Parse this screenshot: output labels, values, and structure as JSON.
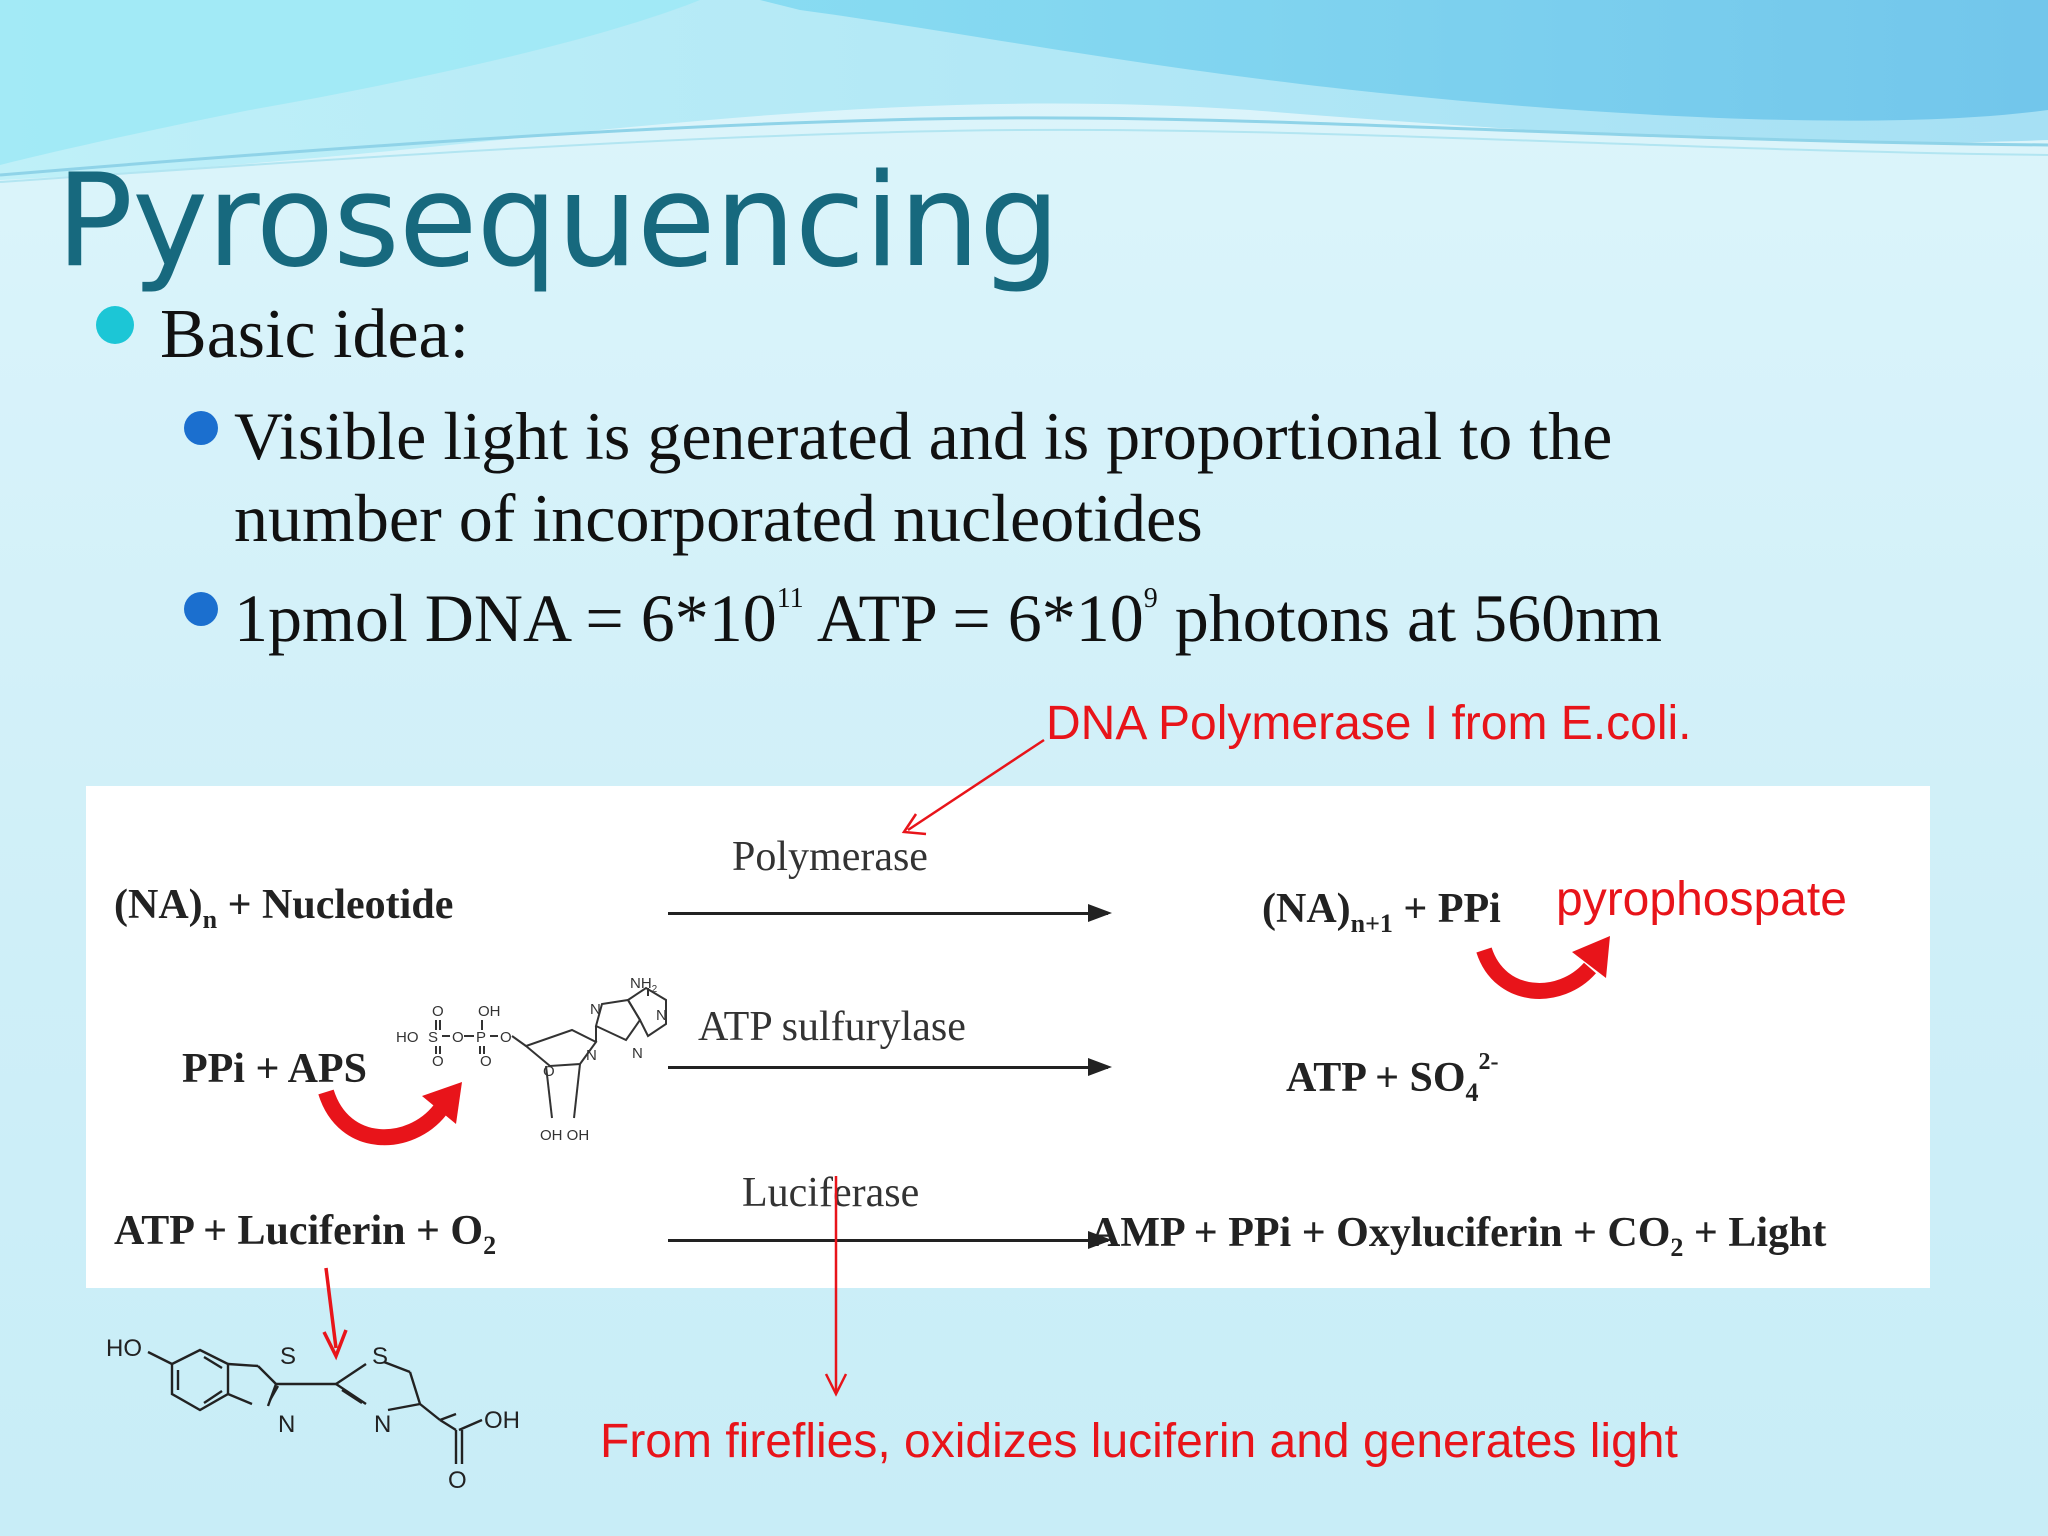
{
  "title": "Pyrosequencing",
  "bullets": {
    "b1": "Basic idea:",
    "b2_line1": "Visible light is generated and is proportional to the",
    "b2_line2": "number of incorporated nucleotides",
    "b3_pre": "1pmol DNA = 6*10",
    "b3_exp1": "11",
    "b3_mid": " ATP = 6*10",
    "b3_exp2": "9",
    "b3_post": " photons at 560nm"
  },
  "annotations": {
    "polymerase_note": "DNA Polymerase I from E.coli.",
    "pyrophosphate_note": "pyrophospate",
    "luciferase_note": "From fireflies, oxidizes luciferin and generates light"
  },
  "reactions": {
    "r1_left_a": "(NA)",
    "r1_left_sub": "n",
    "r1_left_b": " + Nucleotide",
    "r1_enzyme": "Polymerase",
    "r1_right_a": "(NA)",
    "r1_right_sub": "n+1",
    "r1_right_b": " + PPi",
    "r2_left": "PPi + APS",
    "r2_enzyme": "ATP sulfurylase",
    "r2_right_a": "ATP + SO",
    "r2_right_sub": "4",
    "r2_right_sup": "2-",
    "r3_left_a": "ATP + Luciferin + O",
    "r3_left_sub": "2",
    "r3_enzyme": "Luciferase",
    "r3_right_a": "AMP + PPi + Oxyluciferin + CO",
    "r3_right_sub": "2",
    "r3_right_b": " + Light"
  },
  "aps_structure": {
    "ho": "HO",
    "s": "S",
    "p": "P",
    "o": "O",
    "oh": "OH",
    "nh2": "NH",
    "nh2_sub": "2",
    "n": "N",
    "ring_oh": "OH  OH"
  },
  "luciferin_structure": {
    "ho": "HO",
    "s": "S",
    "n": "N",
    "oh": "OH",
    "o": "O"
  },
  "colors": {
    "title": "#17697e",
    "annotation_red": "#e8141a",
    "bullet_cyan": "#1cc6d6",
    "bullet_blue": "#1b6fcf"
  }
}
